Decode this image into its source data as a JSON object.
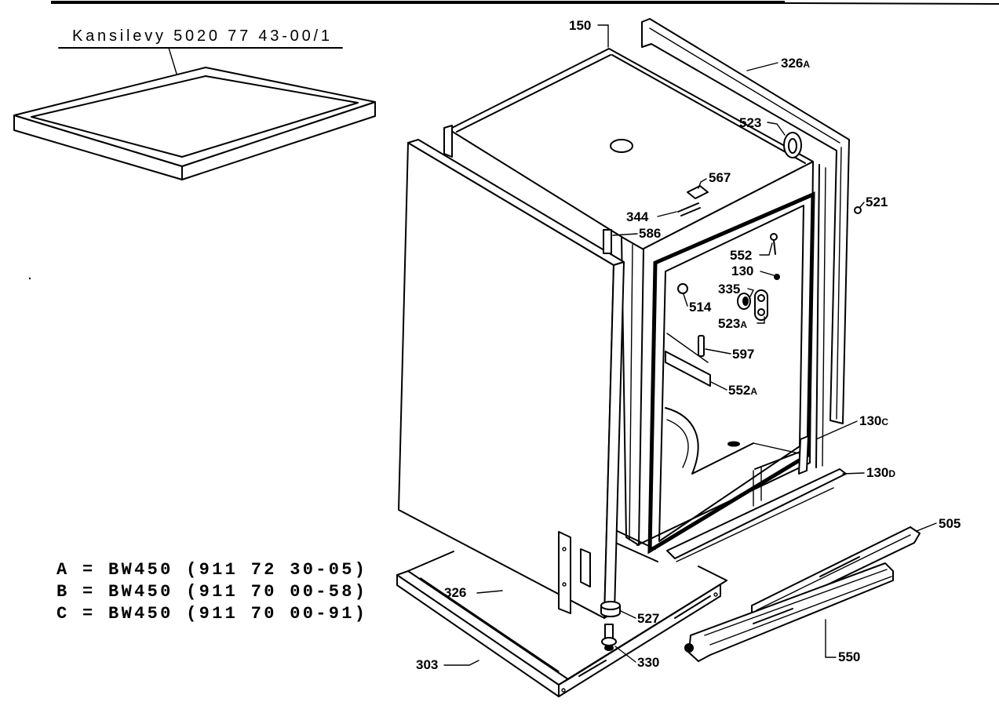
{
  "title": "Kansilevy 5020 77 43-00/1",
  "legend": [
    "A = BW450 (911 72 30-05)",
    "B = BW450 (911 70 00-58)",
    "C = BW450 (911 70 00-91)"
  ],
  "labels": [
    {
      "num": "150"
    },
    {
      "num": "326",
      "suffix": "A"
    },
    {
      "num": "523"
    },
    {
      "num": "567"
    },
    {
      "num": "521"
    },
    {
      "num": "344"
    },
    {
      "num": "586"
    },
    {
      "num": "552"
    },
    {
      "num": "130"
    },
    {
      "num": "335"
    },
    {
      "num": "514"
    },
    {
      "num": "523",
      "suffix": "A"
    },
    {
      "num": "597"
    },
    {
      "num": "552",
      "suffix": "A"
    },
    {
      "num": "130",
      "suffix": "C"
    },
    {
      "num": "130",
      "suffix": "D"
    },
    {
      "num": "505"
    },
    {
      "num": "326"
    },
    {
      "num": "527"
    },
    {
      "num": "330"
    },
    {
      "num": "303"
    },
    {
      "num": "550"
    }
  ]
}
